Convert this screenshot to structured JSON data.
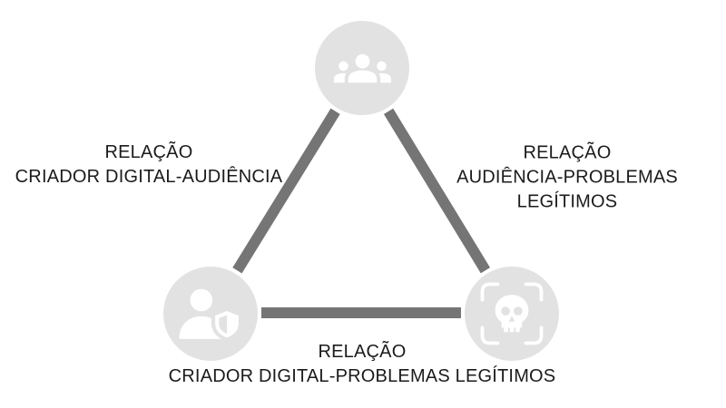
{
  "colors": {
    "background": "#ffffff",
    "node_fill": "#e2e2e2",
    "edge_color": "#757575",
    "icon_color": "#ffffff",
    "text_color": "#1b1b1b"
  },
  "diagram": {
    "nodes": {
      "audience": {
        "icon": "people-group-icon"
      },
      "digital_creator": {
        "icon": "person-shield-icon"
      },
      "legitimate_problems": {
        "icon": "skull-viewfinder-icon"
      }
    },
    "labels": {
      "creator_audience": {
        "line1": "RELAÇÃO",
        "line2": "CRIADOR DIGITAL-AUDIÊNCIA"
      },
      "audience_problems": {
        "line1": "RELAÇÃO",
        "line2": "AUDIÊNCIA-PROBLEMAS",
        "line3": "LEGÍTIMOS"
      },
      "creator_problems": {
        "line1": "RELAÇÃO",
        "line2": "CRIADOR DIGITAL-PROBLEMAS LEGÍTIMOS"
      }
    }
  }
}
